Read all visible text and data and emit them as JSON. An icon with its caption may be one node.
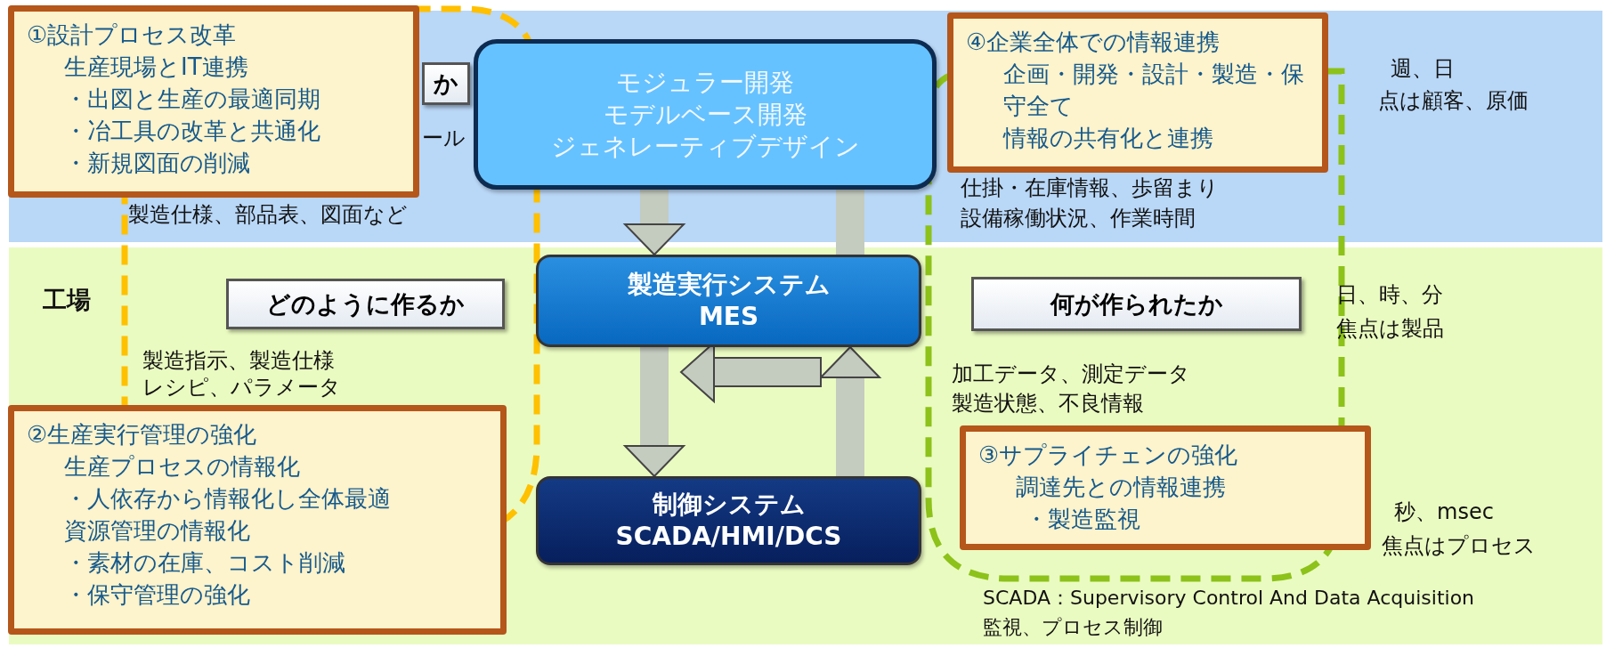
{
  "diagram": {
    "nodes": [
      {
        "text": [
          "①設計プロセス改革",
          "生産現場とIT連携",
          "・出図と生産の最適同期",
          "・冶工具の改革と共通化",
          "・新規図面の削減"
        ]
      },
      {
        "text": [
          "か"
        ]
      },
      {
        "text": [
          "モジュラー開発",
          "モデルベース開発",
          "ジェネレーティブデザイン"
        ]
      },
      {
        "text": [
          "④企業全体での情報連携",
          "企画・開発・設計・製造・保守全て",
          "情報の共有化と連携"
        ]
      },
      {
        "text": [
          "どのように作るか"
        ]
      },
      {
        "text": [
          "製造実行システム",
          "MES"
        ]
      },
      {
        "text": [
          "何が作られたか"
        ]
      },
      {
        "text": [
          "②生産実行管理の強化",
          "生産プロセスの情報化",
          "・人依存から情報化し全体最適",
          "資源管理の情報化",
          "・素材の在庫、コスト削減",
          "・保守管理の強化"
        ]
      },
      {
        "text": [
          "制御システム",
          "SCADA/HMI/DCS"
        ]
      },
      {
        "text": [
          "③サプライチェンの強化",
          "調達先との情報連携",
          "・製造監視"
        ]
      }
    ],
    "edges": [
      {
        "from": 2,
        "to": 5,
        "arrow": "to"
      },
      {
        "from": 5,
        "to": 2,
        "arrow": "none"
      },
      {
        "from": 5,
        "to": 8,
        "arrow": "to"
      },
      {
        "from": 8,
        "to": 5,
        "arrow": "to"
      }
    ],
    "labels": [
      "工場",
      "ール",
      "製造仕様、部品表、図面など",
      "週、日",
      "点は顧客、原価",
      "仕掛・在庫情報、歩留まり",
      "設備稼働状況、作業時間",
      "日、時、分",
      "焦点は製品",
      "製造指示、製造仕様",
      "レシピ、パラメータ",
      "加工データ、測定データ",
      "製造状態、不良情報",
      "秒、msec",
      "焦点はプロセス",
      "SCADA：Supervisory Control And Data Acquisition",
      "監視、プロセス制御"
    ]
  }
}
